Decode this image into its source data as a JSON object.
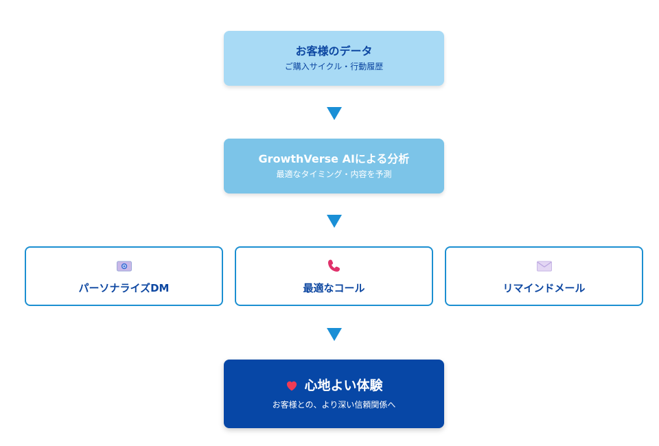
{
  "steps": {
    "data": {
      "title": "お客様のデータ",
      "subtitle": "ご購入サイクル・行動履歴"
    },
    "analysis": {
      "title": "GrowthVerse AIによる分析",
      "subtitle": "最適なタイミング・内容を予測"
    },
    "actions": [
      {
        "label": "パーソナライズDM",
        "icon": "dm-envelope-icon"
      },
      {
        "label": "最適なコール",
        "icon": "phone-icon"
      },
      {
        "label": "リマインドメール",
        "icon": "mail-envelope-icon"
      }
    ],
    "result": {
      "title": "心地よい体験",
      "subtitle": "お客様との、より深い信頼関係へ",
      "icon": "heart-icon"
    }
  },
  "colors": {
    "data_box": "#a8daf5",
    "analysis_box": "#7cc4e8",
    "result_box": "#0747a6",
    "action_border": "#1b8fd1",
    "arrow": "#1a8fd6",
    "text_dark_blue": "#0d47a1"
  }
}
